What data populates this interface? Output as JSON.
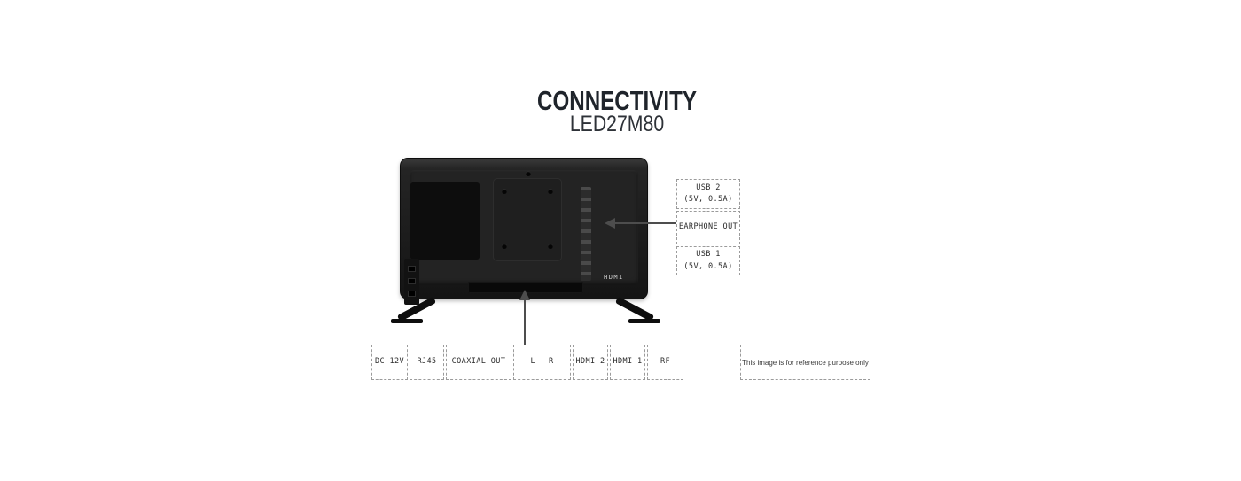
{
  "header": {
    "title": "CONNECTIVITY",
    "subtitle": "LED27M80"
  },
  "tv": {
    "hdmi_print": "HDMI"
  },
  "side_ports": [
    {
      "line1": "USB 2",
      "line2": "(5V, 0.5A)"
    },
    {
      "line1": "EARPHONE OUT",
      "line2": ""
    },
    {
      "line1": "USB 1",
      "line2": "(5V, 0.5A)"
    }
  ],
  "bottom_ports": [
    "DC 12V",
    "RJ45",
    "COAXIAL OUT",
    "L",
    "R",
    "HDMI 2",
    "HDMI 1",
    "RF"
  ],
  "note": "This image is for reference purpose only",
  "colors": {
    "arrow": "#4d4d4d",
    "box_border": "#9b9b9b",
    "label_text": "#2b2b2b",
    "title_text": "#1f242b",
    "tv_body": "#1d1d1d"
  }
}
